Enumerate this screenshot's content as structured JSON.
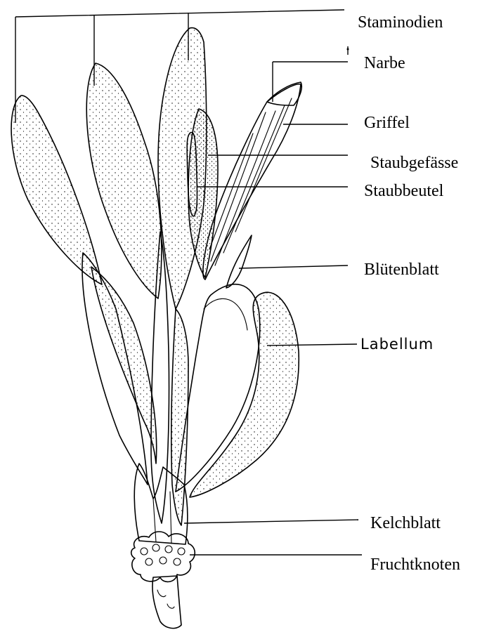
{
  "labels": {
    "staminodien": "Staminodien",
    "narbe": "Narbe",
    "griffel": "Griffel",
    "staubgefaesse": "Staubgefässe",
    "staubbeutel": "Staubbeutel",
    "bluetenblatt": "Blütenblatt",
    "labellum": "Labellum",
    "kelchblatt": "Kelchblatt",
    "fruchtknoten": "Fruchtknoten"
  }
}
